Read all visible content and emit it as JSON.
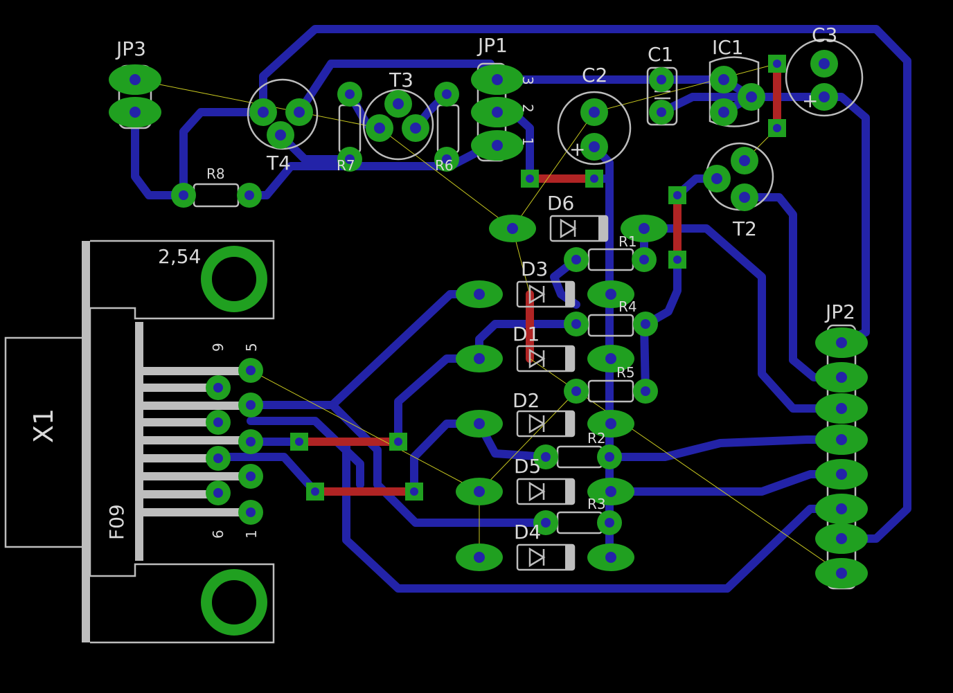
{
  "board": {
    "title": "",
    "background_color": "#000000",
    "colors": {
      "bottom_copper": "#2323a8",
      "top_copper": "#b02424",
      "pads": "#20a020",
      "silkscreen": "#bdbdbd",
      "airwire": "#c8c820"
    },
    "labels": {
      "jp3": "JP3",
      "jp1": "JP1",
      "jp2": "JP2",
      "t3": "T3",
      "t4": "T4",
      "t2": "T2",
      "c1": "C1",
      "c2": "C2",
      "c3": "C3",
      "ic1": "IC1",
      "r1": "R1",
      "r2": "R2",
      "r3": "R3",
      "r4": "R4",
      "r5": "R5",
      "r6": "R6",
      "r7": "R7",
      "r8": "R8",
      "d1": "D1",
      "d2": "D2",
      "d3": "D3",
      "d4": "D4",
      "d5": "D5",
      "d6": "D6",
      "x1": "X1",
      "f09": "F09",
      "pitch": "2,54",
      "pin9": "9",
      "pin5": "5",
      "pin6": "6",
      "pin1": "1",
      "jp1_pin3": "3",
      "jp1_pin2": "2",
      "jp1_pin1": "1",
      "plus": "+"
    }
  }
}
